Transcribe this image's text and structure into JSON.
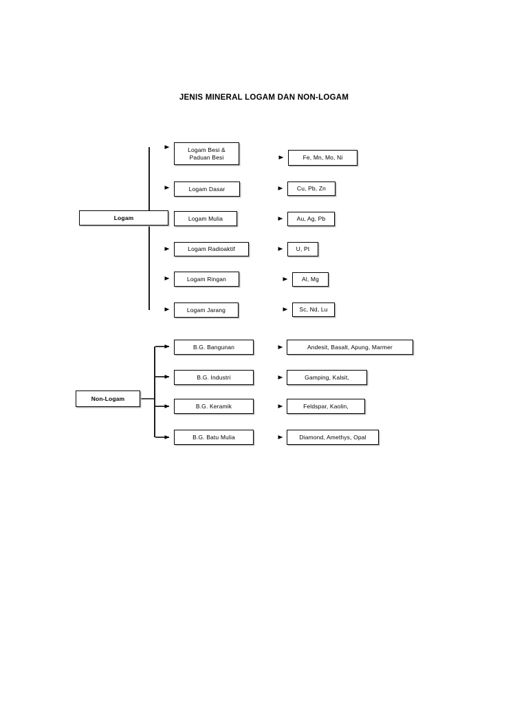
{
  "title": "JENIS MINERAL LOGAM DAN NON-LOGAM",
  "chart_data": {
    "type": "diagram",
    "diagram_kind": "hierarchy-tree",
    "title": "JENIS MINERAL LOGAM DAN NON-LOGAM",
    "orientation": "left-to-right",
    "levels": 3,
    "roots": [
      "Logam",
      "Non-Logam"
    ]
  },
  "branches": {
    "logam": {
      "root_label": "Logam",
      "categories": [
        {
          "label": "Logam Besi &\nPaduan Besi",
          "examples": "Fe, Mn, Mo, Ni"
        },
        {
          "label": "Logam Dasar",
          "examples": "Cu, Pb, Zn"
        },
        {
          "label": "Logam Mulia",
          "examples": "Au, Ag, Pb"
        },
        {
          "label": "Logam Radioaktif",
          "examples": "U, Pt"
        },
        {
          "label": "Logam Ringan",
          "examples": "Al, Mg"
        },
        {
          "label": "Logam Jarang",
          "examples": "Sc, Nd, Lu"
        }
      ]
    },
    "non_logam": {
      "root_label": "Non-Logam",
      "categories": [
        {
          "label": "B.G. Bangunan",
          "examples": "Andesit, Basalt, Apung, Marmer"
        },
        {
          "label": "B.G. Industri",
          "examples": "Gamping, Kalsit,"
        },
        {
          "label": "B.G. Keramik",
          "examples": "Feldspar, Kaolin,"
        },
        {
          "label": "B.G. Batu Mulia",
          "examples": "Diamond, Amethys, Opal"
        }
      ]
    }
  },
  "colors": {
    "line": "#1a1a1a",
    "box_border": "#000000",
    "box_shadow": "#b8b8b8",
    "background": "#ffffff",
    "text": "#000000"
  }
}
